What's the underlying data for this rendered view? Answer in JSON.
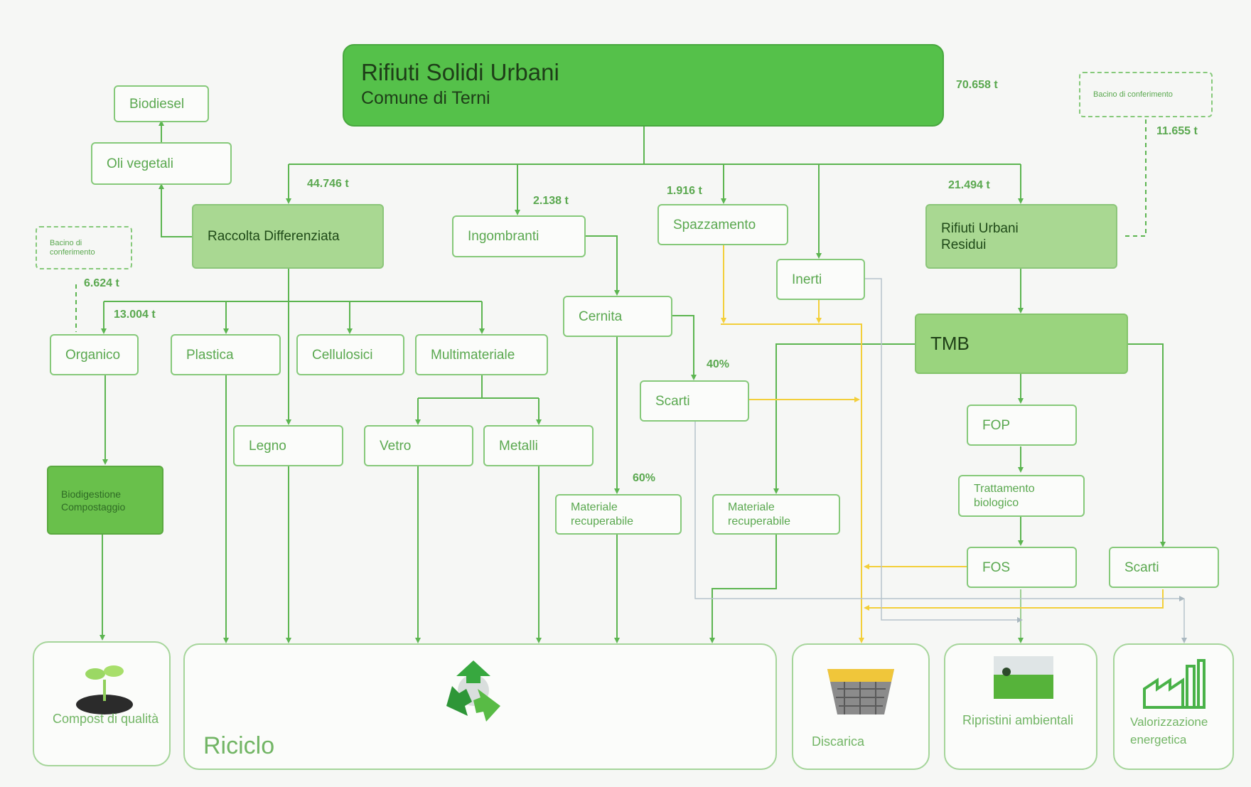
{
  "header": {
    "title": "Rifiuti Solidi Urbani",
    "subtitle": "Comune di Terni",
    "total": "70.658 t"
  },
  "bacino_right": {
    "label": "Bacino di conferimento",
    "value": "11.655 t"
  },
  "bacino_left": {
    "label": "Bacino di conferimento",
    "value": "6.624 t"
  },
  "flows": {
    "raccolta": "44.746 t",
    "ingombranti": "2.138 t",
    "spazzamento": "1.916 t",
    "residui": "21.494 t",
    "organico": "13.004 t",
    "scarti_pct": "40%",
    "materiale_pct": "60%"
  },
  "nodes": {
    "biodiesel": "Biodiesel",
    "oli": "Oli vegetali",
    "raccolta": "Raccolta Differenziata",
    "ingombranti": "Ingombranti",
    "spazzamento": "Spazzamento",
    "inerti": "Inerti",
    "residui": "Rifiuti Urbani Residui",
    "organico": "Organico",
    "plastica": "Plastica",
    "cellulosici": "Cellulosici",
    "multimateriale": "Multimateriale",
    "cernita": "Cernita",
    "tmb": "TMB",
    "scarti1": "Scarti",
    "legno": "Legno",
    "vetro": "Vetro",
    "metalli": "Metalli",
    "fop": "FOP",
    "biogestione": "Biodigestione Compostaggio",
    "materiale1": "Materiale recuperabile",
    "materiale2": "Materiale recuperabile",
    "trattamento": "Trattamento biologico",
    "fos": "FOS",
    "scarti2": "Scarti"
  },
  "destinations": {
    "compost": "Compost di qualità",
    "riciclo": "Riciclo",
    "discarica": "Discarica",
    "ripristini": "Ripristini ambientali",
    "valorizzazione": "Valorizzazione energetica"
  },
  "colors": {
    "green": "#5cb550",
    "yellow": "#f3cf3a",
    "grey": "#b6c4cc"
  }
}
